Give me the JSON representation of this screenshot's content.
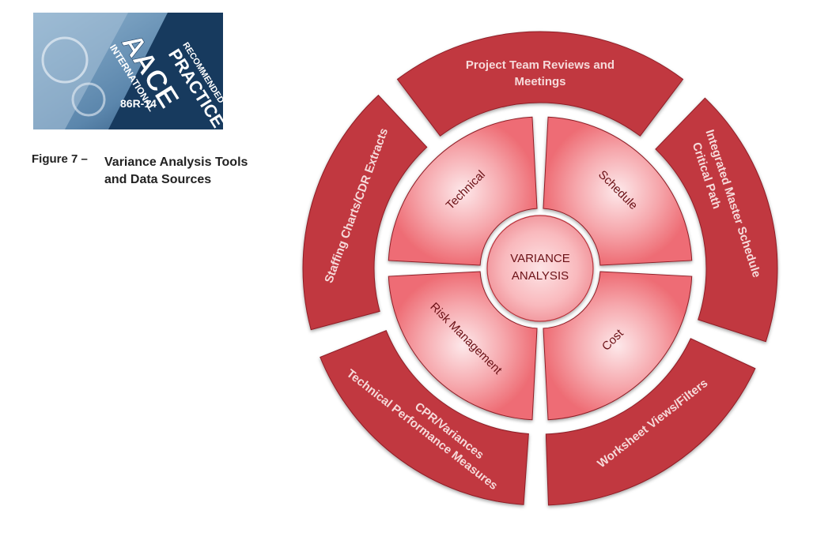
{
  "logo": {
    "line1": "AACE",
    "line2": "INTERNATIONAL",
    "line3": "RECOMMENDED",
    "line4": "PRACTICE",
    "code": "86R-14"
  },
  "caption": {
    "figure_number": "Figure 7 –",
    "title_line1": "Variance Analysis Tools",
    "title_line2": "and Data Sources"
  },
  "diagram": {
    "hub_line1": "VARIANCE",
    "hub_line2": "ANALYSIS",
    "inner": {
      "technical": "Technical",
      "schedule": "Schedule",
      "risk": "Risk Management",
      "cost": "Cost"
    },
    "outer": {
      "top_line1": "Project Team Reviews and",
      "top_line2": "Meetings",
      "right_line1": "Integrated Master Schedule",
      "right_line2": "Critical Path",
      "bottom_right": "Worksheet Views/Filters",
      "bottom_left_line1": "CPR/Variances",
      "bottom_left_line2": "Technical Performance Measures",
      "left": "Staffing Charts/CDR Extracts"
    },
    "colors": {
      "outer_fill": "#c1373f",
      "inner_fill": "#f17b82",
      "hub_fill": "#fbc6c9",
      "label_light": "#f6dada",
      "label_dark": "#6b1116"
    }
  }
}
